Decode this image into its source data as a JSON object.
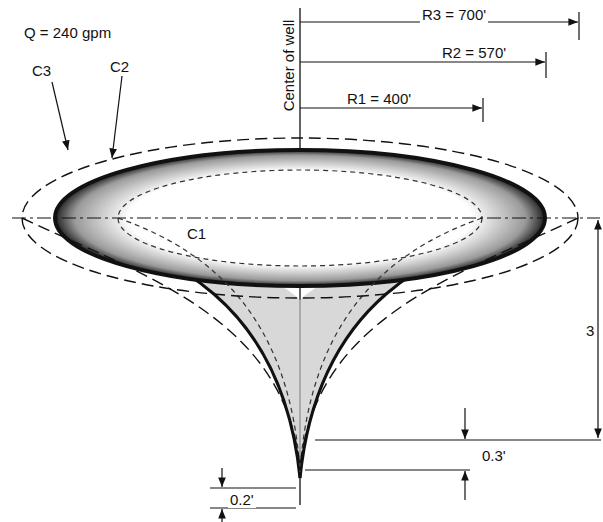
{
  "diagram": {
    "labels": [
      "Q = 240 gpm",
      "C3",
      "C2",
      "Center of well",
      "R3 = 700'",
      "R2 = 570'",
      "R1 = 400'",
      "C1",
      "3",
      "0.3'",
      "0.2'"
    ]
  }
}
